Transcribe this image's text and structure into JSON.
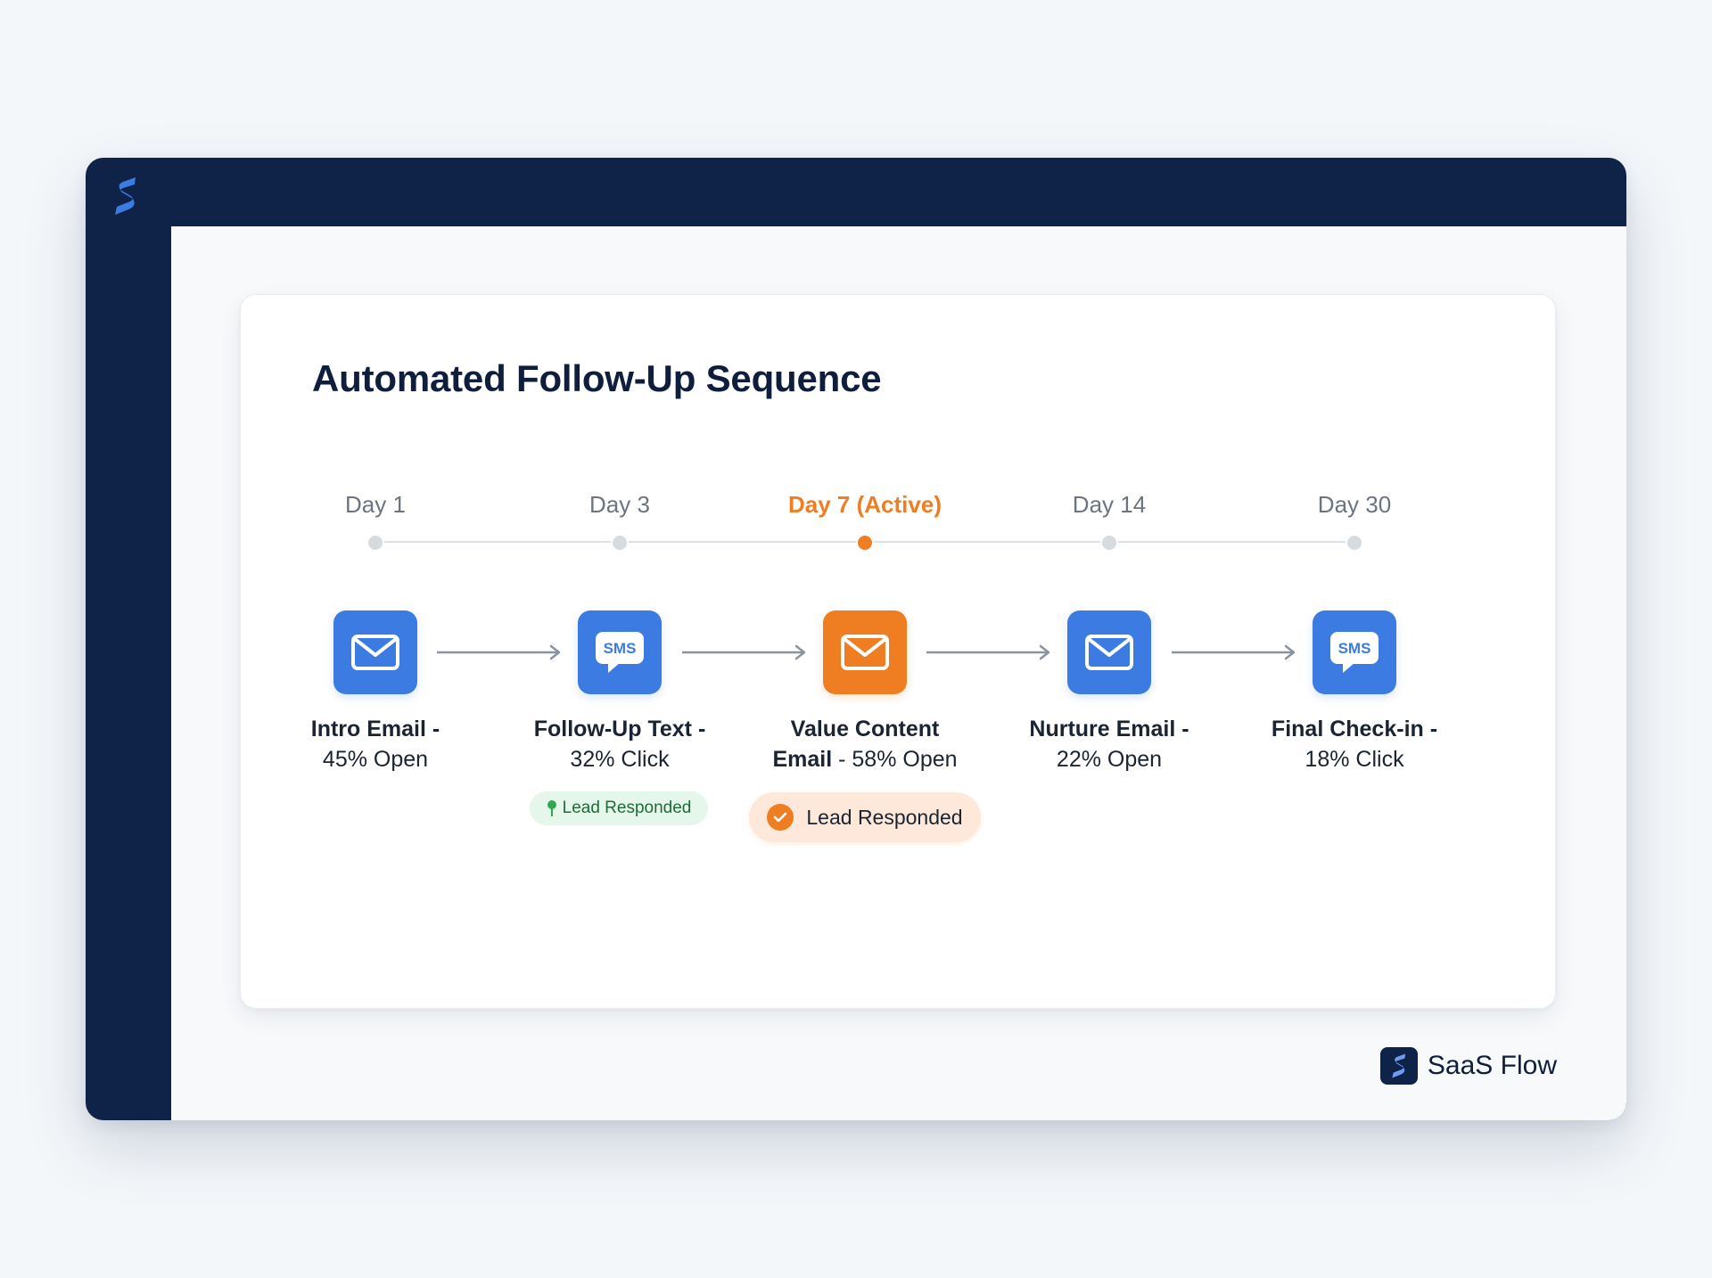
{
  "app": {
    "brand_name": "SaaS Flow"
  },
  "card": {
    "title": "Automated Follow-Up Sequence"
  },
  "steps": [
    {
      "day": "Day 1",
      "icon": "email-icon",
      "label_a": "Intro Email -",
      "label_b": "45% Open",
      "active": false
    },
    {
      "day": "Day 3",
      "icon": "sms-icon",
      "icon_text": "SMS",
      "label_a": "Follow-Up Text -",
      "label_b": "32% Click",
      "badge": "Lead Responded",
      "badge_icon": "pin-icon"
    },
    {
      "day": "Day 7 (Active)",
      "icon": "email-icon",
      "label_a": "Value Content",
      "label_b_bold": "Email",
      "label_b": " - 58% Open",
      "active": true,
      "badge": "Lead Responded",
      "badge_icon": "check-circle-icon"
    },
    {
      "day": "Day 14",
      "icon": "email-icon",
      "label_a": "Nurture Email -",
      "label_b": "22% Open",
      "active": false
    },
    {
      "day": "Day 30",
      "icon": "sms-icon",
      "icon_text": "SMS",
      "label_a": "Final Check-in -",
      "label_b": "18% Click",
      "active": false
    }
  ],
  "colors": {
    "navy": "#0f2247",
    "blue": "#3c7be2",
    "orange": "#ef7e23",
    "green": "#1f6b3a",
    "green_bg": "#e5f6ea",
    "orange_bg": "#fde8d9",
    "timeline": "#dde1e6"
  }
}
